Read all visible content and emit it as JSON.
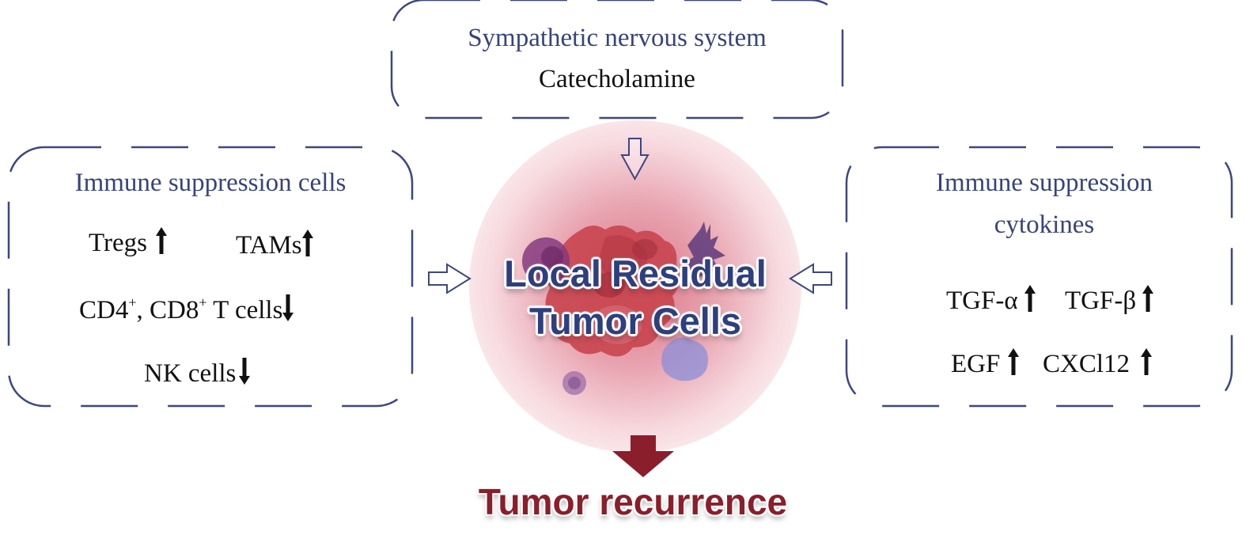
{
  "colors": {
    "box_border": "#3d4780",
    "title_text": "#37437c",
    "body_text": "#111111",
    "tumor_label": "#2e3f7f",
    "outcome": "#8b1e2b",
    "glow": "#d4566e"
  },
  "top_box": {
    "title": "Sympathetic nervous system",
    "item": "Catecholamine"
  },
  "left_box": {
    "title": "Immune suppression cells",
    "items": [
      {
        "label": "Tregs",
        "trend": "up"
      },
      {
        "label": "TAMs",
        "trend": "up"
      },
      {
        "label_parts": [
          "CD4",
          "+",
          ", CD8",
          "+",
          " T cells"
        ],
        "trend": "down"
      },
      {
        "label": "NK cells",
        "trend": "down"
      }
    ]
  },
  "right_box": {
    "title_line1": "Immune suppression",
    "title_line2": "cytokines",
    "items": [
      {
        "label": "TGF-α",
        "trend": "up"
      },
      {
        "label": "TGF-β",
        "trend": "up"
      },
      {
        "label": "EGF",
        "trend": "up"
      },
      {
        "label": "CXCl12",
        "trend": "up"
      }
    ]
  },
  "center": {
    "line1": "Local Residual",
    "line2": "Tumor Cells",
    "image": "tumor-cell-cluster"
  },
  "outcome": {
    "label": "Tumor recurrence"
  },
  "arrows": {
    "top": "hollow-down-arrow",
    "left": "hollow-right-arrow",
    "right": "hollow-left-arrow",
    "bottom": "solid-down-arrow"
  }
}
